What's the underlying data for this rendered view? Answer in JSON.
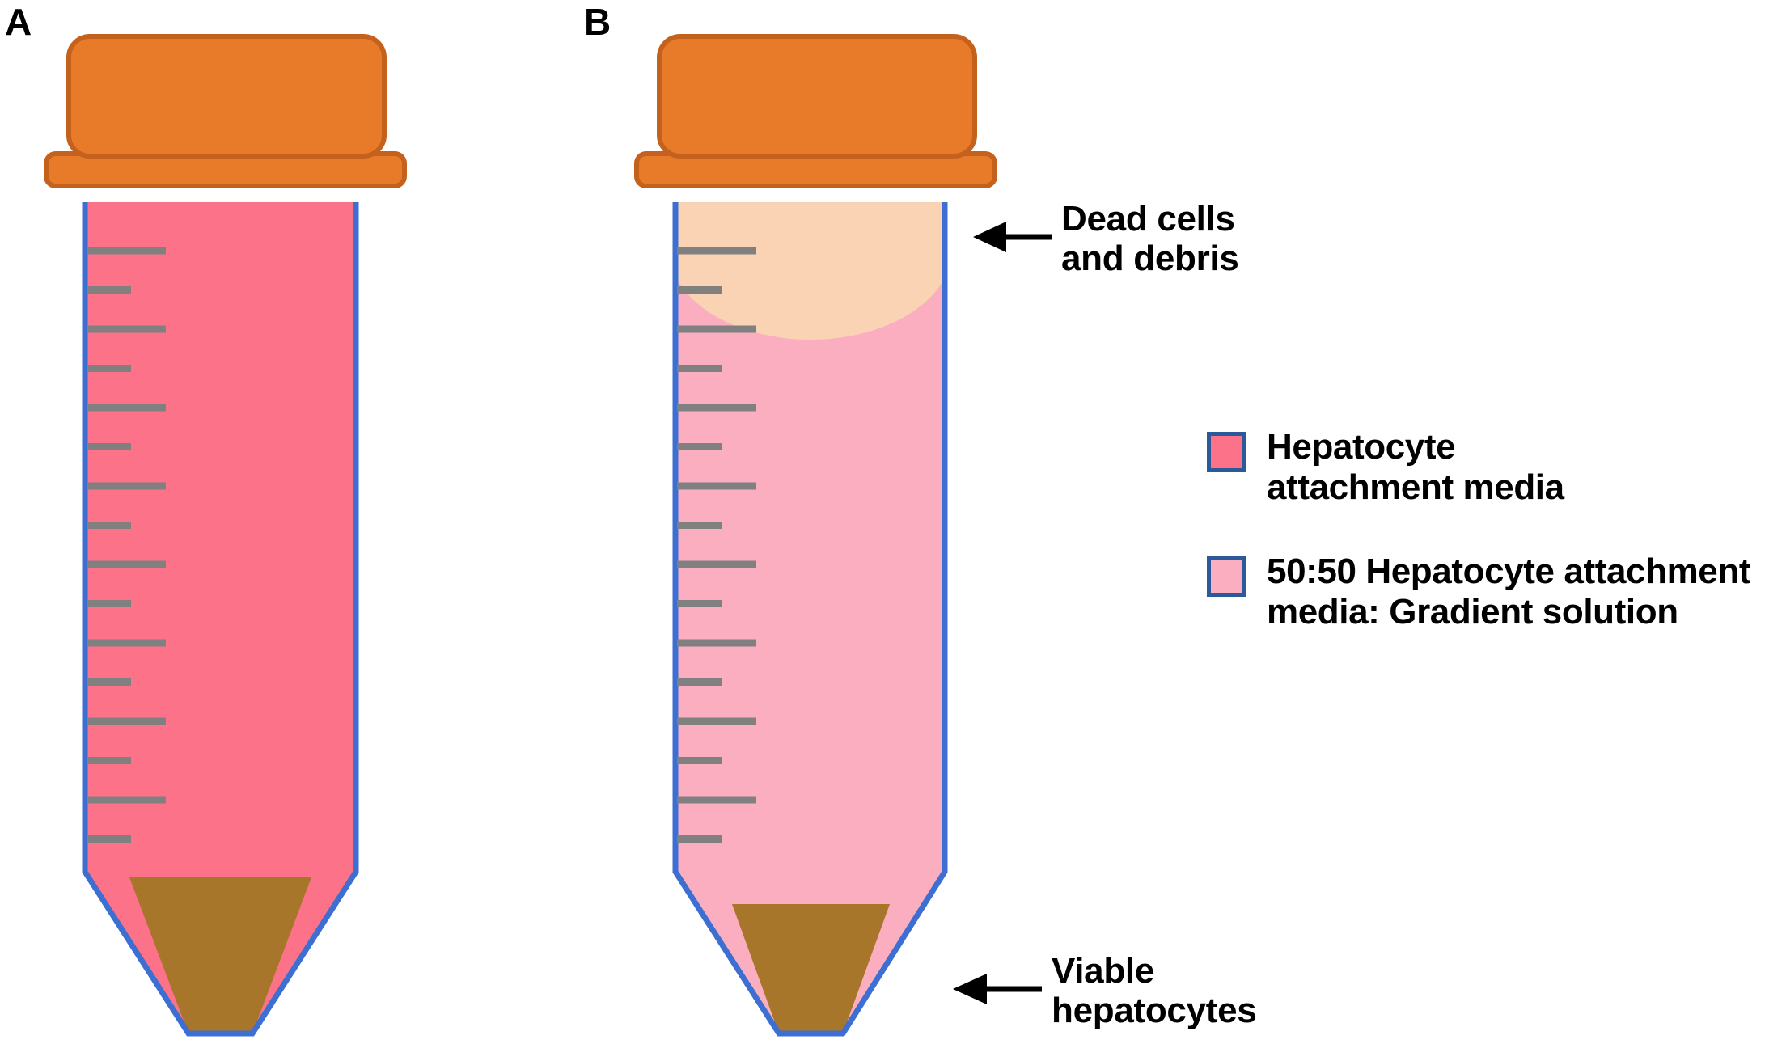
{
  "figure": {
    "panels": [
      {
        "letter": "A",
        "tube_fill_label": "Hepatocyte attachment media",
        "cap_color": "#E87B2A",
        "cap_stroke": "#C4611C",
        "tube_stroke": "#3C6FD1",
        "media_color": "#FB7289",
        "pellet_color": "#A8762B",
        "graduation_color": "#808080",
        "graduation_count": 16
      },
      {
        "letter": "B",
        "tube_fill_label": "50:50 Hepatocyte attachment media: Gradient solution",
        "cap_color": "#E87B2A",
        "cap_stroke": "#C4611C",
        "tube_stroke": "#3C6FD1",
        "media_color": "#FBAEC0",
        "debris_color": "#FAD3B4",
        "pellet_color": "#A8762B",
        "graduation_color": "#808080",
        "graduation_count": 16
      }
    ]
  },
  "callouts": [
    {
      "id": "dead-cells",
      "text": "Dead cells\nand debris"
    },
    {
      "id": "viable-hepatocytes",
      "text": "Viable\nhepatocytes"
    }
  ],
  "legend": {
    "items": [
      {
        "label": "Hepatocyte\nattachment media",
        "color": "#FB7289",
        "border": "#2B5A9B"
      },
      {
        "label": "50:50 Hepatocyte attachment\nmedia: Gradient solution",
        "color": "#FBAEC0",
        "border": "#2B5A9B"
      }
    ]
  },
  "colors": {
    "background": "#FFFFFF",
    "arrow": "#000000",
    "text": "#000000"
  }
}
